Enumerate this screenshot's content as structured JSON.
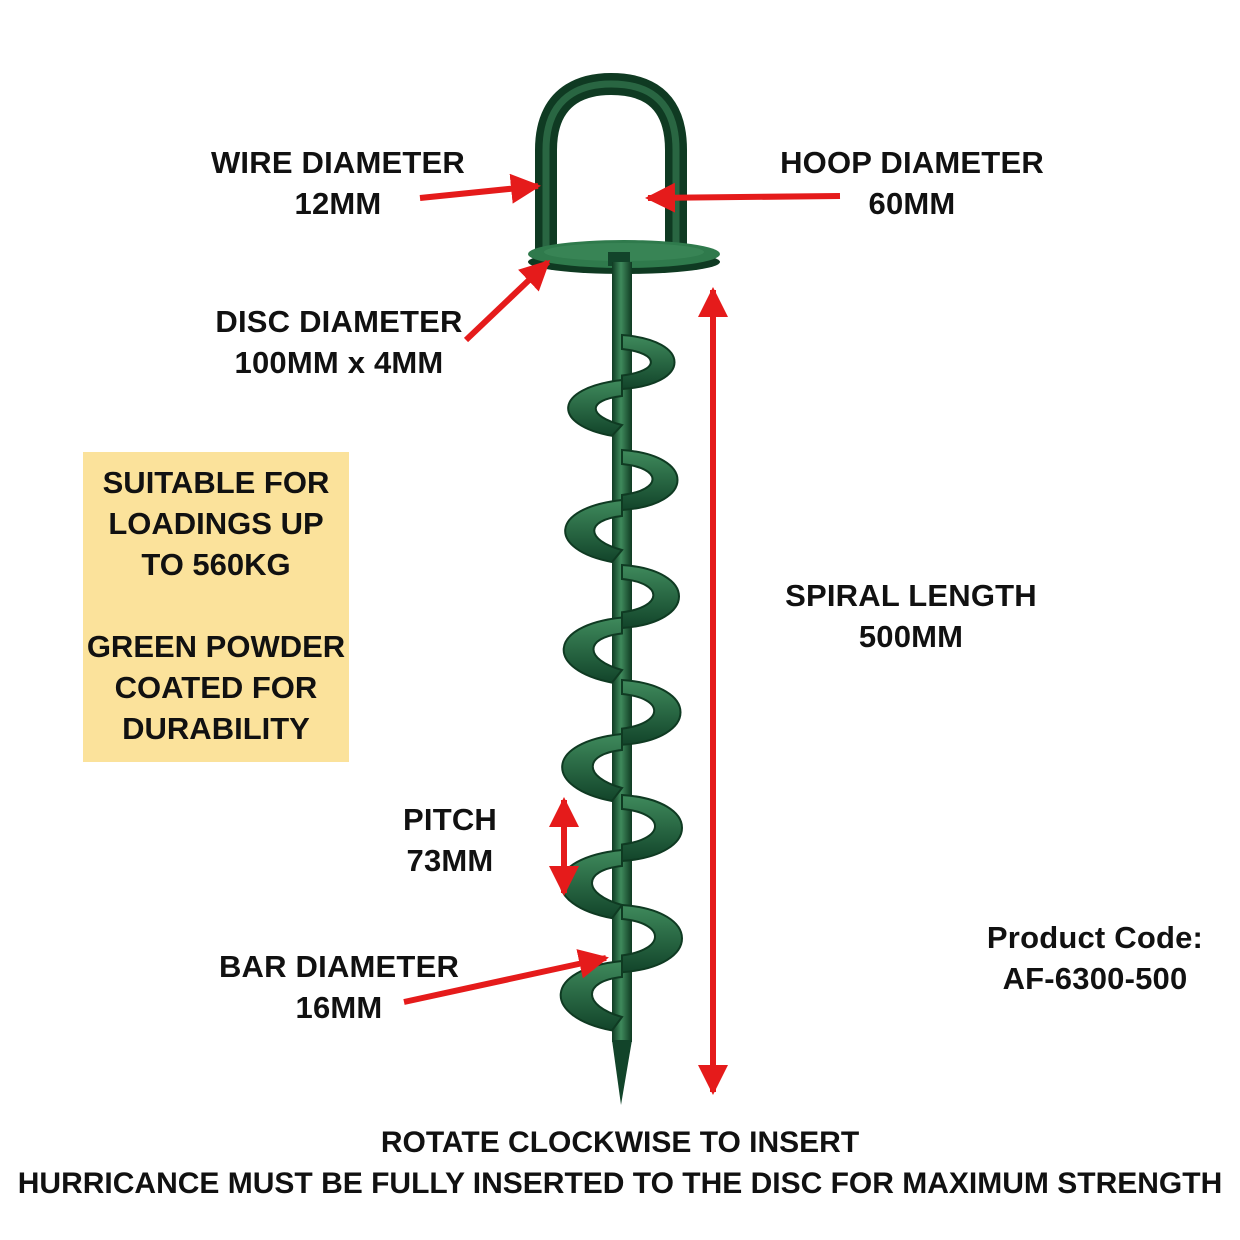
{
  "labels": {
    "wire_diameter": {
      "title": "WIRE DIAMETER",
      "value": "12MM"
    },
    "hoop_diameter": {
      "title": "HOOP DIAMETER",
      "value": "60MM"
    },
    "disc_diameter": {
      "title": "DISC DIAMETER",
      "value": "100MM x 4MM"
    },
    "spiral_length": {
      "title": "SPIRAL LENGTH",
      "value": "500MM"
    },
    "pitch": {
      "title": "PITCH",
      "value": "73MM"
    },
    "bar_diameter": {
      "title": "BAR DIAMETER",
      "value": "16MM"
    }
  },
  "infobox": {
    "lines_1": [
      "SUITABLE FOR",
      "LOADINGS UP",
      "TO 560KG"
    ],
    "lines_2": [
      "GREEN POWDER",
      "COATED FOR",
      "DURABILITY"
    ]
  },
  "product": {
    "title": "Product Code:",
    "code": "AF-6300-500"
  },
  "footer": {
    "line1": "ROTATE CLOCKWISE TO INSERT",
    "line2": "HURRICANCE MUST BE FULLY INSERTED TO THE DISC FOR MAXIMUM STRENGTH"
  },
  "colors": {
    "product_green": "#1d5a35",
    "product_green_dark": "#0f3a22",
    "product_green_light": "#3f8a5c",
    "arrow_red": "#e51b1b",
    "infobox_bg": "#fbe29b"
  }
}
